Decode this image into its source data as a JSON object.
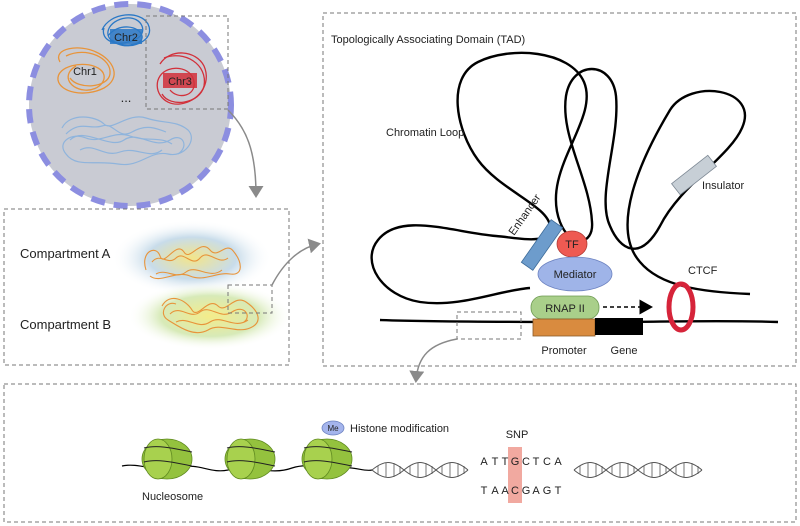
{
  "nucleus": {
    "chromosomes": [
      "Chr2",
      "Chr1",
      "Chr3"
    ],
    "ellipsis": "..."
  },
  "compartments": {
    "a_label": "Compartment A",
    "b_label": "Compartment B"
  },
  "tad": {
    "title": "Topologically Associating Domain (TAD)",
    "loop_label": "Chromatin Loop",
    "enhancer": "Enhancer",
    "tf": "TF",
    "mediator": "Mediator",
    "rnap": "RNAP II",
    "insulator": "Insulator",
    "ctcf": "CTCF",
    "promoter": "Promoter",
    "gene": "Gene"
  },
  "bottom": {
    "me_badge": "Me",
    "histone_modification": "Histone modification",
    "snp": "SNP",
    "nucleosome": "Nucleosome",
    "seq_top": [
      "A",
      "T",
      "T",
      "G",
      "C",
      "T",
      "C",
      "A"
    ],
    "seq_bottom": [
      "T",
      "A",
      "A",
      "C",
      "G",
      "A",
      "G",
      "T"
    ]
  },
  "colors": {
    "nucleus_border": "#8c8ee0",
    "nucleus_fill": "#c9cbd3",
    "chr1": "#e8943a",
    "chr2": "#2a78c6",
    "chr3": "#d2303a",
    "chrom_blue": "#8fb4dc",
    "enhancer": "#6d9ccc",
    "tf": "#ee5a52",
    "mediator": "#9fb4e8",
    "rnap": "#a9cf8a",
    "promoter": "#d98b3f",
    "ctcf": "#d6243a",
    "insulator": "#c7cfd6",
    "nucleosome": "#94c23e",
    "snp_highlight": "#f1a9a0"
  }
}
